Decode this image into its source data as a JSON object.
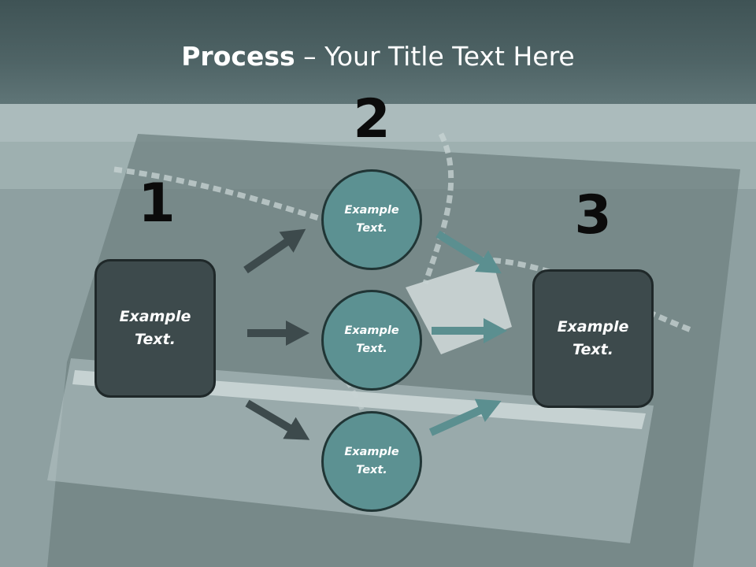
{
  "title": {
    "bold": "Process",
    "rest": " – Your Title Text Here"
  },
  "steps": [
    {
      "number": "1",
      "text": "Example Text."
    },
    {
      "number": "2",
      "items": [
        "Example Text.",
        "Example Text.",
        "Example Text."
      ]
    },
    {
      "number": "3",
      "text": "Example Text."
    }
  ],
  "colors": {
    "title_bar": "#44585a",
    "box_fill": "#3d4a4c",
    "circle_fill": "#5c9192",
    "arrow_dark": "#3d4a4c",
    "arrow_teal": "#5b8f90"
  }
}
